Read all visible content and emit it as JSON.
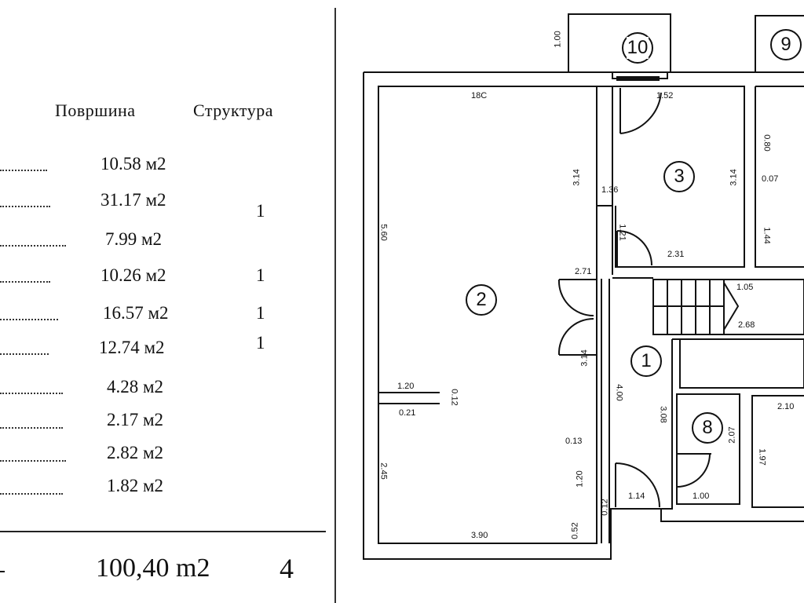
{
  "table": {
    "header_area": "Површина",
    "header_structure": "Структура",
    "rows": [
      {
        "area": "10.58 м2",
        "structure": ""
      },
      {
        "area": "31.17 м2",
        "structure": "1"
      },
      {
        "area": "7.99 м2",
        "structure": ""
      },
      {
        "area": "10.26 м2",
        "structure": "1"
      },
      {
        "area": "16.57 м2",
        "structure": "1"
      },
      {
        "area": "12.74 м2",
        "structure": "1"
      },
      {
        "area": "4.28 м2",
        "structure": ""
      },
      {
        "area": "2.17 м2",
        "structure": ""
      },
      {
        "area": "2.82 м2",
        "structure": ""
      },
      {
        "area": "1.82 м2",
        "structure": ""
      }
    ],
    "total_area": "100,40 m2",
    "total_structure": "4"
  },
  "plan": {
    "rooms": [
      "1",
      "2",
      "3",
      "8",
      "9",
      "10"
    ],
    "dimensions": {
      "d_top_left": "18C",
      "d_top_right": "1.52",
      "d_room2_side": "5.60",
      "d_314_a": "3.14",
      "d_314_b": "3.14",
      "d_314_c": "3.14",
      "d_136": "1.36",
      "d_231": "2.31",
      "d_121": "1.21",
      "d_271": "2.71",
      "d_120": "1.20",
      "d_012": "0.12",
      "d_021": "0.21",
      "d_245": "2.45",
      "d_390": "3.90",
      "d_052": "0.52",
      "d_120b": "1.20",
      "d_012b": "0.12",
      "d_400": "4.00",
      "d_013": "0.13",
      "d_114": "1.14",
      "d_308": "3.08",
      "d_100": "1.00",
      "d_207": "2.07",
      "d_197": "1.97",
      "d_210": "2.10",
      "d_080": "0.80",
      "d_007": "0.07",
      "d_144": "1.44",
      "d_105": "1.05",
      "d_268": "2.68",
      "d_100b": "1.00"
    }
  }
}
